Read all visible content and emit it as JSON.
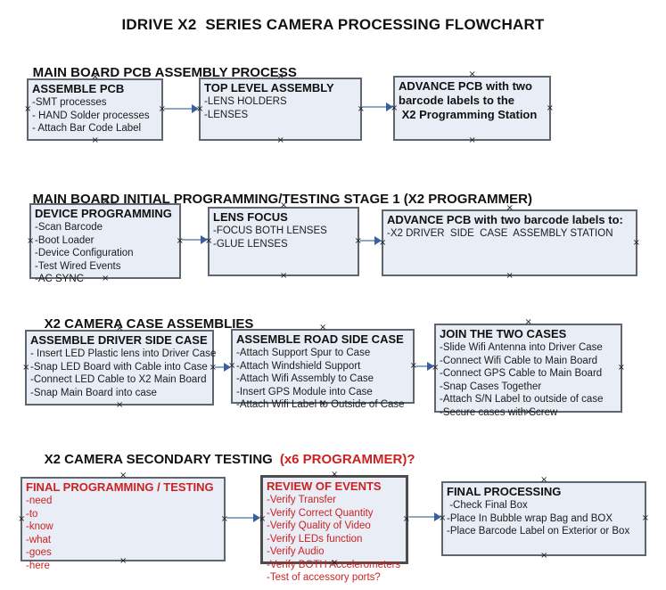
{
  "title": "IDRIVE X2  SERIES CAMERA PROCESSING FLOWCHART",
  "decor": {
    "handle_glyph": "×"
  },
  "colors": {
    "box_fill": "#e8edf6",
    "box_border": "#5f6670",
    "red_text": "#cc2222",
    "arrow_line": "#8ca6c4",
    "arrow_head": "#3a5f9f"
  },
  "sections": [
    {
      "heading": "MAIN BOARD PCB ASSEMBLY PROCESS",
      "heading_red": "",
      "boxes": [
        {
          "title": "ASSEMBLE PCB",
          "items": [
            "-SMT processes",
            "- HAND Solder processes",
            "- Attach Bar Code Label"
          ]
        },
        {
          "title": "TOP LEVEL ASSEMBLY",
          "items": [
            "-LENS HOLDERS",
            "-LENSES"
          ]
        },
        {
          "title": "ADVANCE PCB with two barcode labels to the\n X2 Programming Station",
          "items": []
        }
      ]
    },
    {
      "heading": "MAIN BOARD INITIAL PROGRAMMING/TESTING STAGE 1 (X2 PROGRAMMER)",
      "heading_red": "",
      "boxes": [
        {
          "title": "DEVICE PROGRAMMING",
          "items": [
            "-Scan Barcode",
            "-Boot Loader",
            "-Device Configuration",
            "-Test Wired Events",
            "-AC SYNC"
          ]
        },
        {
          "title": "LENS FOCUS",
          "items": [
            "-FOCUS BOTH LENSES",
            "-GLUE LENSES"
          ]
        },
        {
          "title": "ADVANCE PCB with two barcode labels to:",
          "items": [
            "-X2 DRIVER  SIDE  CASE  ASSEMBLY STATION"
          ]
        }
      ]
    },
    {
      "heading": "X2 CAMERA CASE ASSEMBLIES",
      "heading_red": "",
      "boxes": [
        {
          "title": "ASSEMBLE DRIVER SIDE CASE",
          "items": [
            "- Insert LED Plastic lens into Driver Case",
            "-Snap LED Board with Cable into Case",
            "-Connect LED Cable to X2 Main Board",
            "-Snap Main Board into case"
          ]
        },
        {
          "title": "ASSEMBLE ROAD SIDE CASE",
          "items": [
            "-Attach Support Spur to Case",
            "-Attach Windshield Support",
            "-Attach Wifi Assembly to Case",
            "-Insert GPS Module into Case",
            "-Attach Wifi Label to Outside of Case"
          ]
        },
        {
          "title": "JOIN THE TWO CASES",
          "items": [
            "-Slide Wifi Antenna into Driver Case",
            "-Connect Wifi Cable to Main Board",
            "-Connect GPS Cable to Main Board",
            "-Snap Cases Together",
            "-Attach S/N Label to outside of case",
            "-Secure cases with Screw"
          ]
        }
      ]
    },
    {
      "heading": "X2 CAMERA SECONDARY TESTING",
      "heading_red": "(x6 PROGRAMMER)?",
      "boxes": [
        {
          "title": "FINAL PROGRAMMING / TESTING",
          "items": [
            "-need",
            "-to",
            "-know",
            "-what",
            "-goes",
            "-here"
          ]
        },
        {
          "title": "REVIEW OF EVENTS",
          "items": [
            "-Verify Transfer",
            "-Verify Correct Quantity",
            "-Verify Quality of Video",
            "-Verify LEDs function",
            "-Verify Audio",
            "-Verify BOTH Accelerometers",
            "-Test of accessory ports?"
          ]
        },
        {
          "title": "FINAL PROCESSING",
          "items": [
            " -Check Final Box",
            "-Place In Bubble wrap Bag and BOX",
            "-Place Barcode Label on Exterior or Box"
          ]
        }
      ]
    }
  ]
}
